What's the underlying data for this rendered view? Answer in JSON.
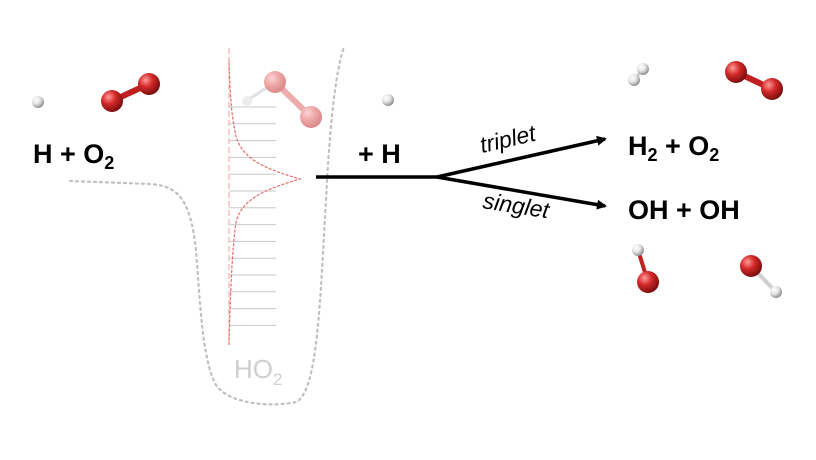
{
  "reactants": {
    "main": "H + O",
    "sub": "2"
  },
  "intermediate": {
    "main": "HO",
    "sub": "2"
  },
  "added_reactant": "+ H",
  "channels": {
    "triplet": {
      "label": "triplet",
      "product_a": "H",
      "product_a_sub": "2",
      "product_joiner": " + O",
      "product_b_sub": "2"
    },
    "singlet": {
      "label": "singlet",
      "product": "OH + OH"
    }
  },
  "colors": {
    "oxygen": "#d42a2a",
    "hydrogen": "#ececec",
    "potential_curve": "#c0c0c0",
    "wavefunction": "#e86a6a",
    "levels": "#c8c8c8",
    "text": "#000000",
    "intermediate_text": "#cfcfcf"
  },
  "icons": [
    "hydrogen-atom-icon",
    "oxygen-molecule-icon",
    "ho2-molecule-icon",
    "h2-molecule-icon",
    "hydroxyl-molecule-icon"
  ]
}
